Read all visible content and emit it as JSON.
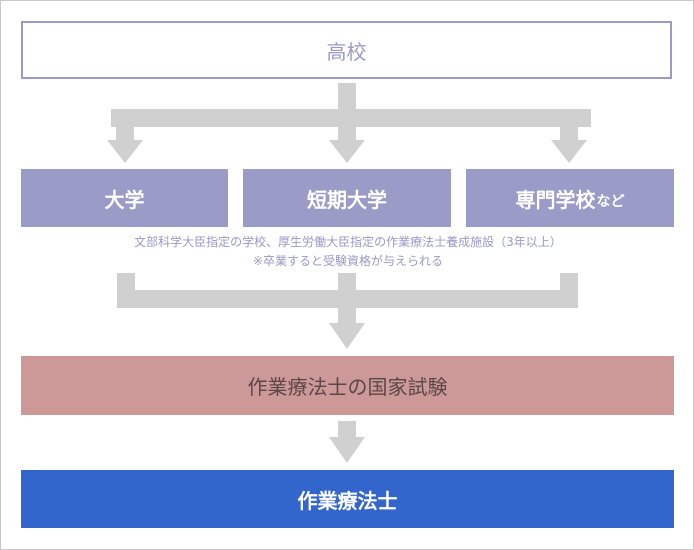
{
  "top": {
    "label": "高校"
  },
  "schools": [
    {
      "label": "大学",
      "suffix": ""
    },
    {
      "label": "短期大学",
      "suffix": ""
    },
    {
      "label": "専門学校",
      "suffix": "など"
    }
  ],
  "notes": {
    "line1": "文部科学大臣指定の学校、厚生労働大臣指定の作業療法士養成施設（3年以上）",
    "line2": "※卒業すると受験資格が与えられる"
  },
  "exam": {
    "label": "作業療法士の国家試験"
  },
  "result": {
    "label": "作業療法士"
  },
  "colors": {
    "frame": "#c8c8c8",
    "school_fill": "#9b9bc8",
    "connector": "#d0d0d0",
    "exam_fill": "#cc9898",
    "result_fill": "#3366cc"
  }
}
